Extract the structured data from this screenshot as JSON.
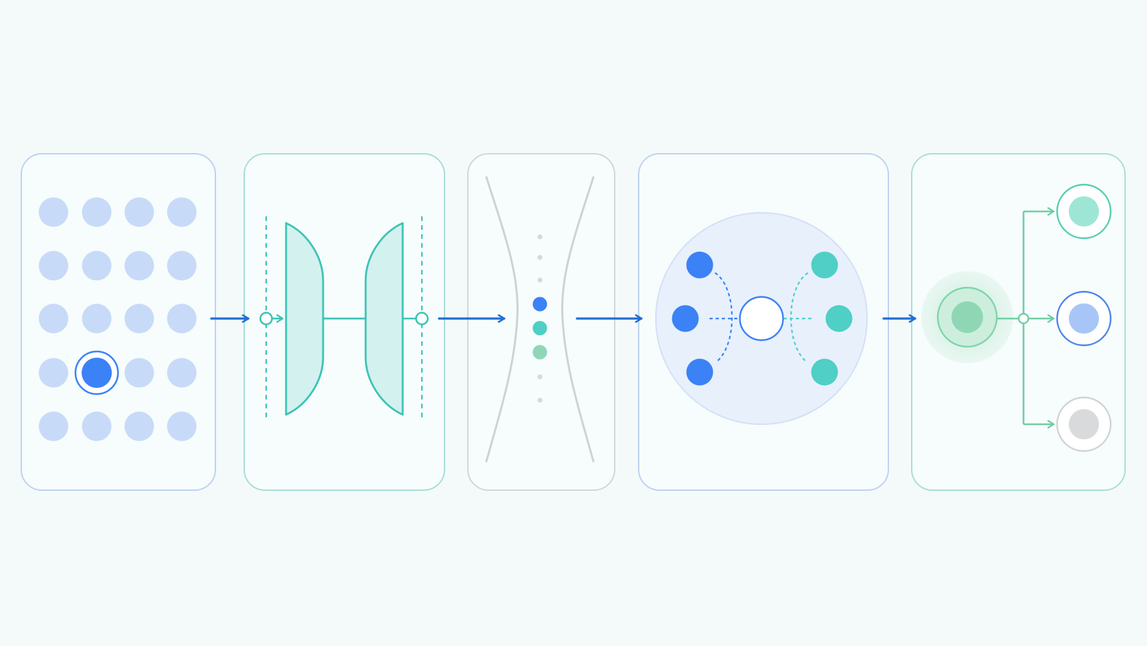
{
  "diagram": {
    "stages": [
      {
        "id": "input-grid",
        "border": "#bcd3f2"
      },
      {
        "id": "encoder-decoder",
        "border": "#a8ddd8"
      },
      {
        "id": "bottleneck",
        "border": "#d2d6da"
      },
      {
        "id": "latent-cluster",
        "border": "#bfd2f0"
      },
      {
        "id": "output-branch",
        "border": "#a9e0cf"
      }
    ],
    "grid": {
      "rows": 5,
      "cols": 4,
      "selected": {
        "row": 3,
        "col": 1
      }
    },
    "bottleneck_dots": [
      {
        "state": "faint"
      },
      {
        "state": "faint"
      },
      {
        "state": "faint"
      },
      {
        "state": "active",
        "color": "#3b82f6"
      },
      {
        "state": "active",
        "color": "#4fcfc6"
      },
      {
        "state": "active",
        "color": "#8fd6b8"
      },
      {
        "state": "faint"
      },
      {
        "state": "faint"
      }
    ],
    "cluster": {
      "left_nodes": 3,
      "right_nodes": 3
    },
    "outputs": [
      {
        "id": "output-teal",
        "color": "#9de6d6",
        "ring": "#54cfae"
      },
      {
        "id": "output-blue",
        "color": "#a7c6f7",
        "ring": "#4c86e8"
      },
      {
        "id": "output-gray",
        "color": "#d9dadc",
        "ring": "#cfd3d6"
      }
    ],
    "colors": {
      "background": "#f4fafa",
      "card_fill": "#f7fcfc",
      "primary_blue": "#3b82f6",
      "arrow_blue": "#1f6fd6",
      "teal": "#4fcfc6",
      "teal_line": "#3cc4b7",
      "green": "#6fcfa2",
      "light_blue_dot": "#c7dbf8",
      "cluster_fill": "#e8f0fc",
      "gray_line": "#cfd2d5",
      "faint_dot": "#d6d9dc"
    }
  }
}
